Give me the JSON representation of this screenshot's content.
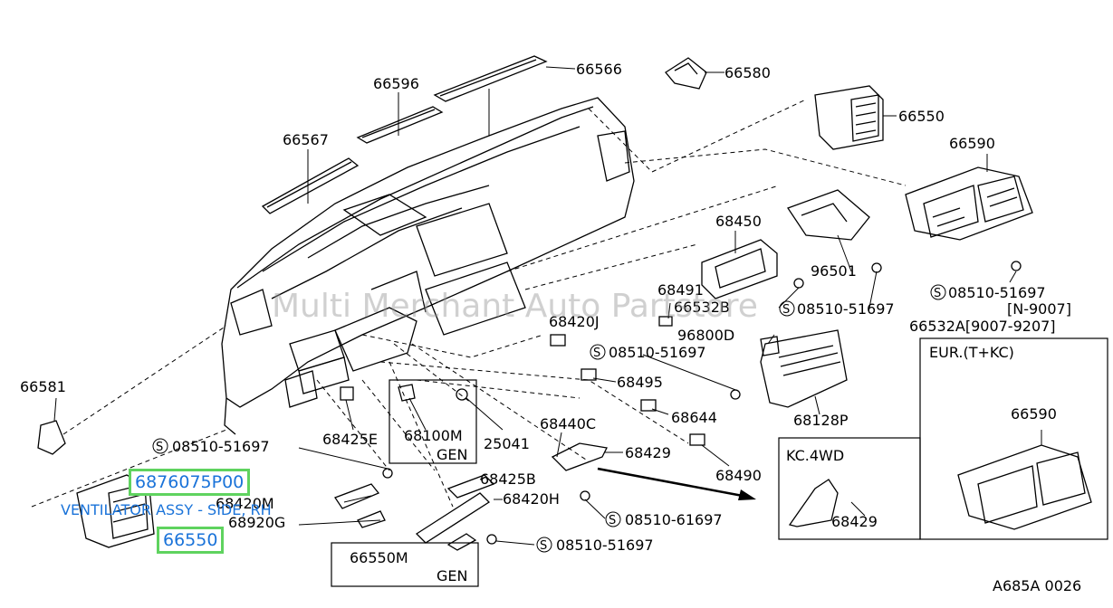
{
  "watermark": "Multi Merchant Auto Partstore",
  "caption": "VENTILATOR ASSY - SIDE, RH",
  "highlights": {
    "part_number": "6876075P00",
    "ref": "66550"
  },
  "labels": [
    {
      "id": "l66566",
      "text": "66566"
    },
    {
      "id": "l66580",
      "text": "66580"
    },
    {
      "id": "l66596",
      "text": "66596"
    },
    {
      "id": "l66550a",
      "text": "66550"
    },
    {
      "id": "l66567",
      "text": "66567"
    },
    {
      "id": "l66590a",
      "text": "66590"
    },
    {
      "id": "l68450",
      "text": "68450"
    },
    {
      "id": "l96501",
      "text": "96501"
    },
    {
      "id": "l68491",
      "text": "68491"
    },
    {
      "id": "l66532b",
      "text": "66532B"
    },
    {
      "id": "l0851051697a",
      "text": "08510-51697"
    },
    {
      "id": "l0851051697b",
      "text": "08510-51697"
    },
    {
      "id": "lN9007",
      "text": "[N-9007]"
    },
    {
      "id": "l66532a",
      "text": "66532A[9007-9207]"
    },
    {
      "id": "l68420j",
      "text": "68420J"
    },
    {
      "id": "l96800d",
      "text": "96800D"
    },
    {
      "id": "l0851051697c",
      "text": "08510-51697"
    },
    {
      "id": "lEUR",
      "text": "EUR.(T+KC)"
    },
    {
      "id": "l66581",
      "text": "66581"
    },
    {
      "id": "l68495",
      "text": "68495"
    },
    {
      "id": "l68644",
      "text": "68644"
    },
    {
      "id": "l68128p",
      "text": "68128P"
    },
    {
      "id": "l66590b",
      "text": "66590"
    },
    {
      "id": "l68425e",
      "text": "68425E"
    },
    {
      "id": "l68100m",
      "text": "68100M"
    },
    {
      "id": "lGEN1",
      "text": "GEN"
    },
    {
      "id": "l25041",
      "text": "25041"
    },
    {
      "id": "l68440c",
      "text": "68440C"
    },
    {
      "id": "l68429a",
      "text": "68429"
    },
    {
      "id": "l0851051697d",
      "text": "08510-51697"
    },
    {
      "id": "l68490",
      "text": "68490"
    },
    {
      "id": "l68425b",
      "text": "68425B"
    },
    {
      "id": "l68420m",
      "text": "68420M"
    },
    {
      "id": "l68420h",
      "text": "68420H"
    },
    {
      "id": "lKC4WD",
      "text": "KC.4WD"
    },
    {
      "id": "l68920g",
      "text": "68920G"
    },
    {
      "id": "l0851061697",
      "text": "08510-61697"
    },
    {
      "id": "l68429b",
      "text": "68429"
    },
    {
      "id": "l0851051697e",
      "text": "08510-51697"
    },
    {
      "id": "l66550m",
      "text": "66550M"
    },
    {
      "id": "lGEN2",
      "text": "GEN"
    },
    {
      "id": "lA685A",
      "text": "A685A 0026"
    }
  ]
}
